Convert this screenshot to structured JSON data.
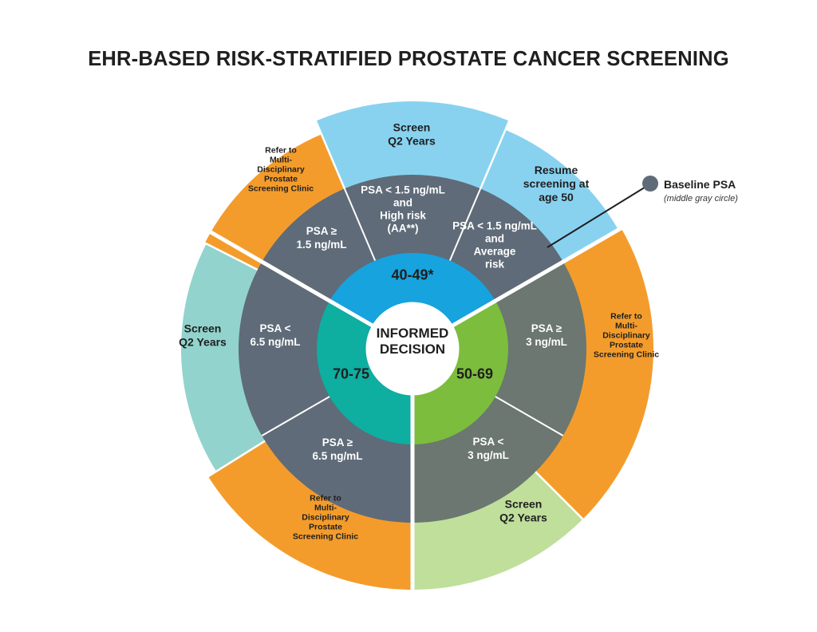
{
  "title": "EHR-BASED RISK-STRATIFIED PROSTATE CANCER SCREENING",
  "center": {
    "lines": [
      "INFORMED",
      "DECISION"
    ]
  },
  "age_groups": [
    {
      "key": "a40",
      "label": "40-49*",
      "color": "#17a3de"
    },
    {
      "key": "a50",
      "label": "50-69",
      "color": "#7cbd3d"
    },
    {
      "key": "a70",
      "label": "70-75",
      "color": "#0eaea0"
    }
  ],
  "psa_ring": [
    {
      "key": "p40a",
      "lines": [
        "PSA ≥",
        "1.5 ng/mL"
      ],
      "color": "#5f6b78"
    },
    {
      "key": "p40b",
      "lines": [
        "PSA < 1.5 ng/mL",
        "and",
        "High risk",
        "(AA**)"
      ],
      "color": "#5f6b78"
    },
    {
      "key": "p40c",
      "lines": [
        "PSA < 1.5 ng/mL",
        "and",
        "Average",
        "risk"
      ],
      "color": "#5f6b78"
    },
    {
      "key": "p50a",
      "lines": [
        "PSA ≥",
        "3 ng/mL"
      ],
      "color": "#6b7770"
    },
    {
      "key": "p50b",
      "lines": [
        "PSA <",
        "3 ng/mL"
      ],
      "color": "#6b7770"
    },
    {
      "key": "p70a",
      "lines": [
        "PSA ≥",
        "6.5 ng/mL"
      ],
      "color": "#5f6b78"
    },
    {
      "key": "p70b",
      "lines": [
        "PSA <",
        "6.5 ng/mL"
      ],
      "color": "#5f6b78"
    }
  ],
  "actions": [
    {
      "key": "o40a",
      "lines": [
        "Refer to",
        "Multi-",
        "Disciplinary",
        "Prostate",
        "Screening Clinic"
      ],
      "color": "#f39c2c"
    },
    {
      "key": "o40b",
      "lines": [
        "Screen",
        "Q2 Years"
      ],
      "color": "#88d2f0"
    },
    {
      "key": "o40c",
      "lines": [
        "Resume",
        "screening at",
        "age 50"
      ],
      "color": "#88d2f0"
    },
    {
      "key": "o50a",
      "lines": [
        "Refer to",
        "Multi-",
        "Disciplinary",
        "Prostate",
        "Screening Clinic"
      ],
      "color": "#f39c2c"
    },
    {
      "key": "o50b",
      "lines": [
        "Screen",
        "Q2 Years"
      ],
      "color": "#bfdf9b"
    },
    {
      "key": "o70a",
      "lines": [
        "Refer to",
        "Multi-",
        "Disciplinary",
        "Prostate",
        "Screening Clinic"
      ],
      "color": "#f39c2c"
    },
    {
      "key": "o70b",
      "lines": [
        "Screen",
        "Q2 Years"
      ],
      "color": "#92d3cd"
    }
  ],
  "legend": {
    "label": "Baseline PSA",
    "note": "(middle gray circle)",
    "dot_color": "#5f6b78"
  }
}
